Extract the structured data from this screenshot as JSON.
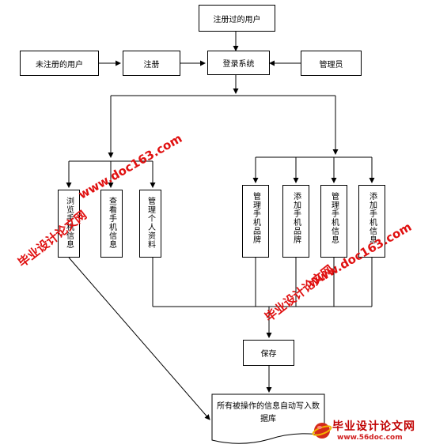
{
  "nodes": {
    "registered_user": "注册过的用户",
    "unregistered_user": "未注册的用户",
    "register": "注册",
    "login_system": "登录系统",
    "administrator": "管理员",
    "browse_phone_info": "浏览手机信息",
    "view_phone_info": "查看手机信息",
    "manage_personal_info": "管理个人资料",
    "manage_phone_brand": "管理手机品牌",
    "add_phone_brand": "添加手机品牌",
    "manage_phone_info": "管理手机信息",
    "add_phone_info": "添加手机信息",
    "save": "保存",
    "write_db": "所有被操作的信息自动写入数据库"
  },
  "watermarks": {
    "site_cn": "毕业设计论文网",
    "site_url": "www.doc163.com"
  },
  "logo": {
    "cn": "毕业设计论文网",
    "url": "www.56doc.com"
  },
  "colors": {
    "line": "#000000",
    "watermark": "#e01010"
  }
}
